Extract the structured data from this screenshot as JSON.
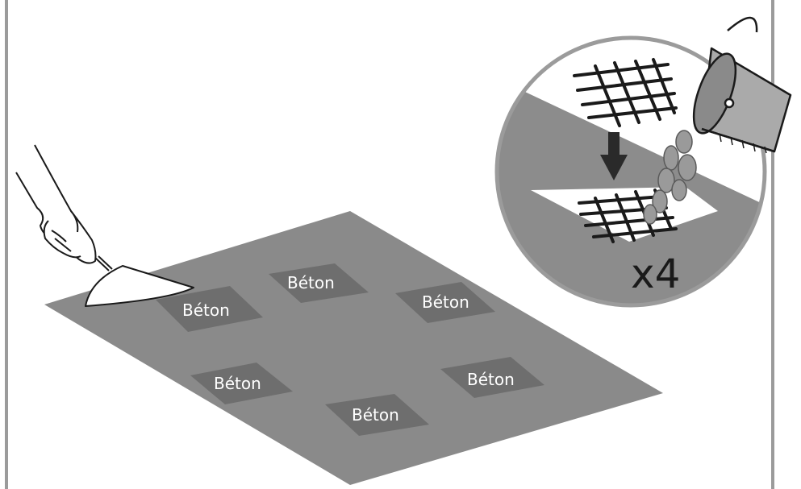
{
  "diagram": {
    "pad_labels": [
      "Béton",
      "Béton",
      "Béton",
      "Béton",
      "Béton",
      "Béton"
    ],
    "detail": {
      "multiplier": "x4"
    },
    "colors": {
      "slab": "#8a8a8a",
      "pad": "#6e6e6e",
      "frame": "#9b9b9b",
      "detail_bg": "#8c8c8c",
      "outline": "#1a1a1a"
    },
    "icons": [
      "trowel-icon",
      "hand-icon",
      "rebar-grid-icon",
      "bucket-icon",
      "concrete-pour-icon",
      "arrow-down-icon"
    ]
  }
}
